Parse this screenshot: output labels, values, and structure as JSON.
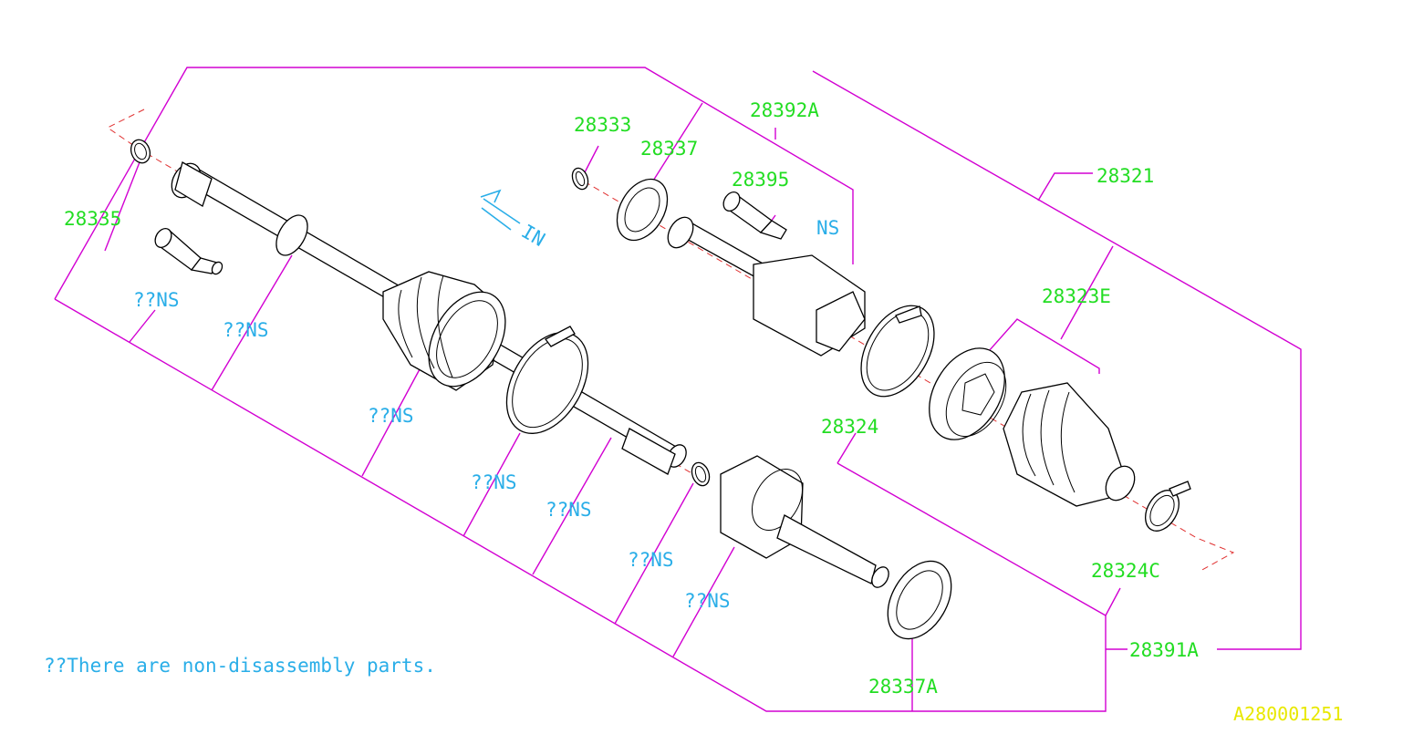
{
  "diagram_id": "A280001251",
  "note": "??There are non-disassembly parts.",
  "direction_mark": "IN",
  "colors": {
    "part_number": "#22dd22",
    "ns_label": "#2aaee8",
    "leader": "#d200d2",
    "axis": "#e03030",
    "diagram_id": "#e8e800"
  },
  "part_numbers": {
    "p28333": "28333",
    "p28337": "28337",
    "p28392A": "28392A",
    "p28395": "28395",
    "p28321": "28321",
    "p28335": "28335",
    "p28323E": "28323E",
    "p28324": "28324",
    "p28324C": "28324C",
    "p28391A": "28391A",
    "p28337A": "28337A"
  },
  "ns_labels": {
    "ns_top": "NS",
    "ns_1": "??NS",
    "ns_2": "??NS",
    "ns_3": "??NS",
    "ns_4": "??NS",
    "ns_5": "??NS",
    "ns_6": "??NS",
    "ns_7": "??NS"
  }
}
